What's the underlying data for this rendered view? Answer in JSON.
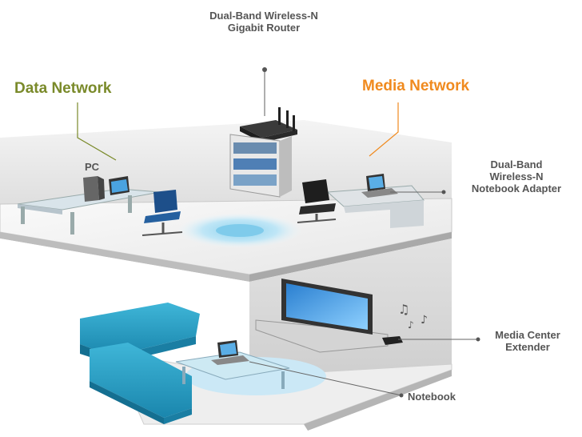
{
  "router": {
    "line1": "Dual-Band Wireless-N",
    "line2": "Gigabit Router"
  },
  "data_network": {
    "label": "Data Network",
    "color": "#7a8a2a"
  },
  "media_network": {
    "label": "Media Network",
    "color": "#f08a1e"
  },
  "pc": {
    "label": "PC"
  },
  "adapter": {
    "line1": "Dual-Band",
    "line2": "Wireless-N",
    "line3": "Notebook Adapter"
  },
  "extender": {
    "line1": "Media Center",
    "line2": "Extender"
  },
  "notebook": {
    "label": "Notebook"
  },
  "icons": [
    "router-icon",
    "bookshelf-icon",
    "pc-icon",
    "desk-icon",
    "office-chair-icon",
    "laptop-icon",
    "tv-icon",
    "sofa-icon",
    "coffee-table-icon",
    "music-notes-icon",
    "media-extender-icon"
  ]
}
